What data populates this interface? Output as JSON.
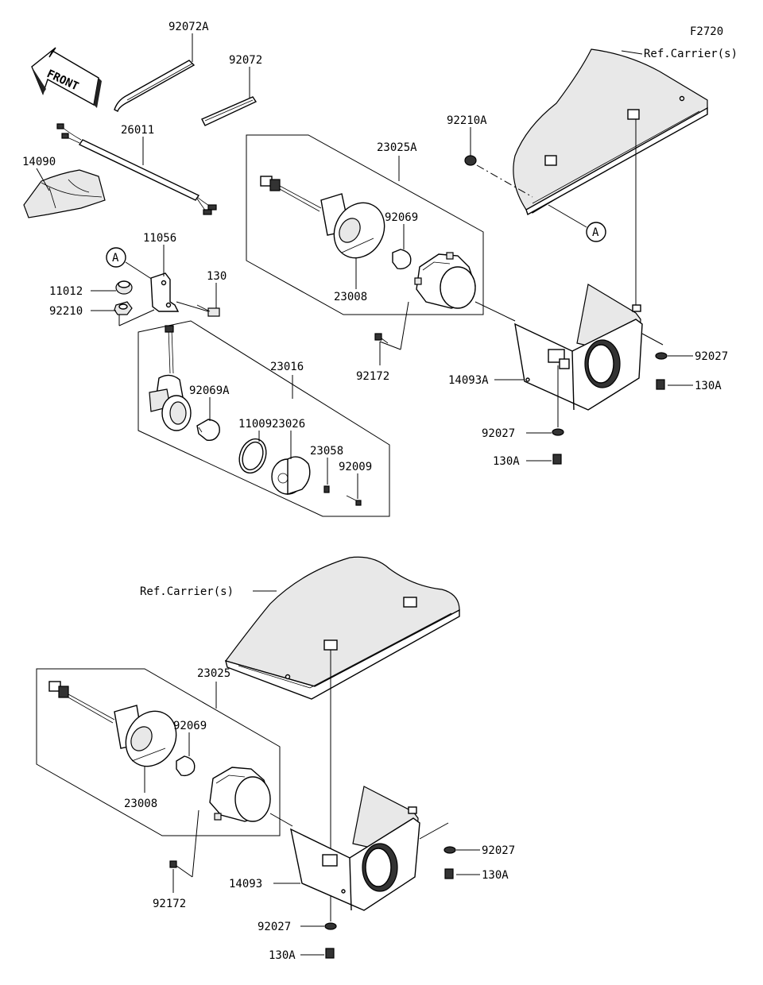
{
  "figure_code": "F2720",
  "front_label": "FRONT",
  "ref_carrier_top": "Ref.Carrier(s)",
  "ref_carrier_bottom": "Ref.Carrier(s)",
  "callout_a": "A",
  "parts": {
    "p92072A": "92072A",
    "p92072": "92072",
    "p26011": "26011",
    "p14090": "14090",
    "p11056": "11056",
    "p11012": "11012",
    "p92210": "92210",
    "p130": "130",
    "p23016": "23016",
    "p92069A": "92069A",
    "p11009": "11009",
    "p23026": "23026",
    "p23058": "23058",
    "p92009": "92009",
    "p23025A": "23025A",
    "p92069_top": "92069",
    "p23008_top": "23008",
    "p92172_top": "92172",
    "p92210A": "92210A",
    "p14093A": "14093A",
    "p92027_right": "92027",
    "p130A_right": "130A",
    "p92027_mid": "92027",
    "p130A_mid": "130A",
    "p23025": "23025",
    "p92069_bot": "92069",
    "p23008_bot": "23008",
    "p92172_bot": "92172",
    "p14093": "14093",
    "p92027_bot_right": "92027",
    "p130A_bot_right": "130A",
    "p92027_bot": "92027",
    "p130A_bot": "130A"
  }
}
